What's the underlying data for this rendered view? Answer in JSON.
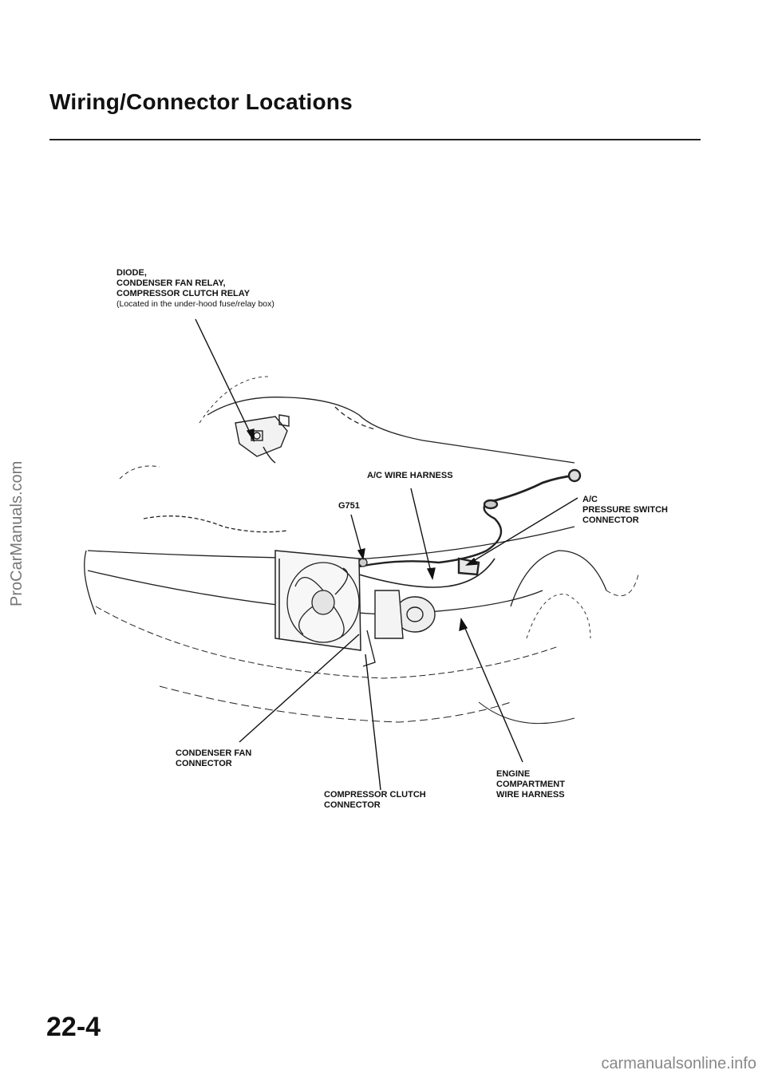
{
  "page": {
    "title": "Wiring/Connector Locations",
    "page_number": "22-4",
    "watermark_side": "ProCarManuals.com",
    "watermark_bottom": "carmanualsonline.info"
  },
  "labels": {
    "relay_box": {
      "line1": "DIODE,",
      "line2": "CONDENSER FAN RELAY,",
      "line3": "COMPRESSOR CLUTCH RELAY",
      "line4": "(Located in the under-hood fuse/relay box)"
    },
    "ac_wire_harness": "A/C WIRE HARNESS",
    "g751": "G751",
    "ac_pressure": {
      "line1": "A/C",
      "line2": "PRESSURE SWITCH",
      "line3": "CONNECTOR"
    },
    "condenser_fan": {
      "line1": "CONDENSER FAN",
      "line2": "CONNECTOR"
    },
    "compressor_clutch": {
      "line1": "COMPRESSOR CLUTCH",
      "line2": "CONNECTOR"
    },
    "engine_harness": {
      "line1": "ENGINE",
      "line2": "COMPARTMENT",
      "line3": "WIRE HARNESS"
    }
  }
}
